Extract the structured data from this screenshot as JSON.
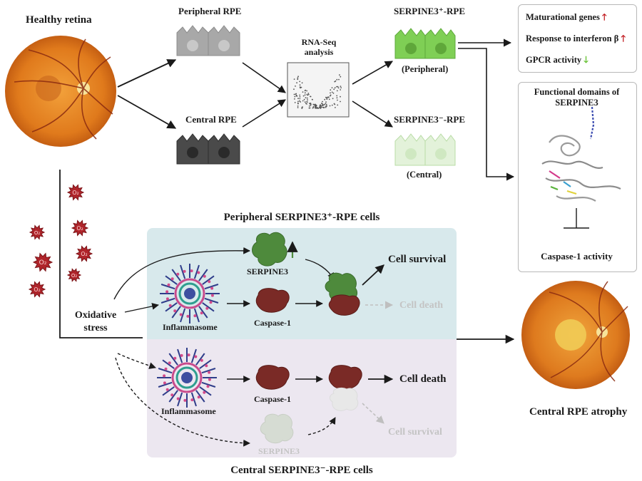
{
  "top": {
    "healthy_retina": "Healthy retina",
    "peripheral_rpe": "Peripheral RPE",
    "central_rpe": "Central RPE",
    "rnaseq": "RNA-Seq analysis",
    "serpine3_pos": "SERPINE3⁺-RPE",
    "peripheral_paren": "(Peripheral)",
    "serpine3_neg": "SERPINE3⁻-RPE",
    "central_paren": "(Central)"
  },
  "right_box": {
    "items": [
      {
        "label": "Maturational genes",
        "trend": "up"
      },
      {
        "label": "Response to interferon β",
        "trend": "up"
      },
      {
        "label": "GPCR activity",
        "trend": "down"
      }
    ]
  },
  "domain_box": {
    "title": "Functional domains of SERPINE3",
    "inhibits": "Caspase-1 activity"
  },
  "panels": {
    "top_title": "Peripheral SERPINE3⁺-RPE cells",
    "bottom_title": "Central SERPINE3⁻-RPE cells",
    "serpine3": "SERPINE3",
    "inflammasome": "Inflammasome",
    "caspase": "Caspase-1",
    "cell_survival": "Cell survival",
    "cell_death": "Cell death"
  },
  "left": {
    "stress": "Oxidative stress",
    "o2": "O₂"
  },
  "outcome": {
    "atrophy": "Central RPE atrophy"
  },
  "colors": {
    "panel_top": "#d8e9ec",
    "panel_bottom": "#ece7f0",
    "serpine_green": "#4e8a3c",
    "caspase_red": "#7a2a26",
    "cell_light_green": "#7fcf55",
    "cell_pale_green": "#dff0d3",
    "ros_red": "#b0252b",
    "red_arrow": "#c0171c",
    "green_arrow": "#5fbf2a"
  }
}
